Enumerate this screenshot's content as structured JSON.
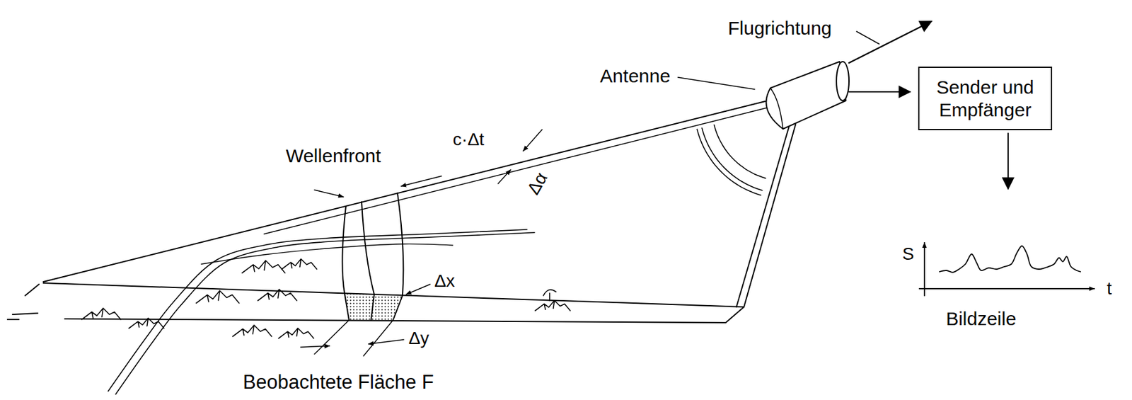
{
  "diagram": {
    "nodes": [
      {
        "text": [
          "Sender und Empfänger"
        ]
      }
    ],
    "labels": [
      "Flugrichtung",
      "Antenne",
      "Wellenfront",
      "c·Δt",
      "Δα",
      "Δx",
      "Δy",
      "Beobachtete Fläche F",
      "S",
      "t",
      "Bildzeile"
    ]
  }
}
